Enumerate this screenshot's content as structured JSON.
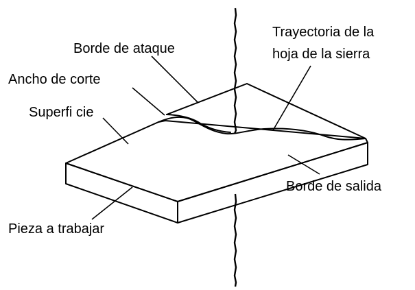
{
  "labels": {
    "trayectoria_line1": "Trayectoria de la",
    "trayectoria_line2": "hoja de la sierra",
    "borde_ataque": "Borde de ataque",
    "ancho_corte": "Ancho de corte",
    "superficie": "Superfi cie",
    "borde_salida": "Borde de salida",
    "pieza": "Pieza a trabajar"
  },
  "colors": {
    "line": "#000000",
    "background": "#ffffff"
  }
}
